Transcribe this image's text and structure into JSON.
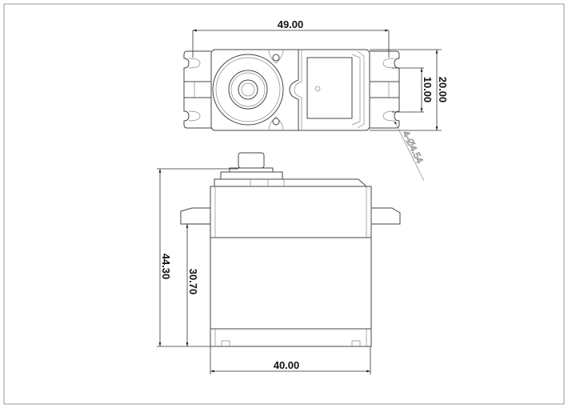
{
  "drawing": {
    "title": "Servo dimensional drawing",
    "dimensions": {
      "top_width": "49.00",
      "top_height": "20.00",
      "hole_spacing": "10.00",
      "hole_callout": "4-Ø4.54",
      "side_total_height": "44.30",
      "side_tab_height": "30.70",
      "side_width": "40.00"
    }
  }
}
